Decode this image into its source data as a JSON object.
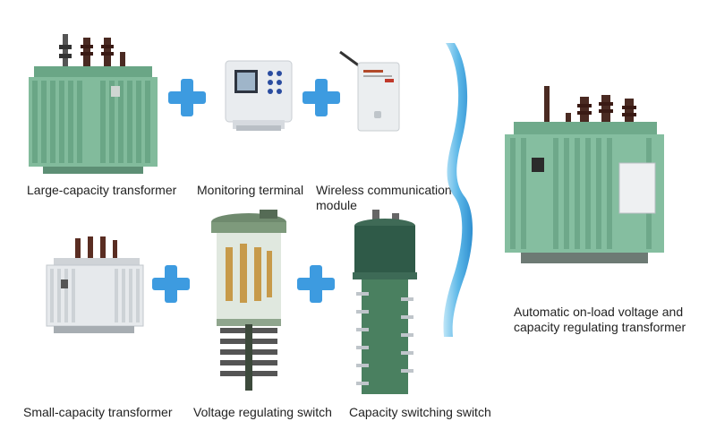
{
  "labels": {
    "large_transformer": "Large-capacity transformer",
    "monitoring_terminal": "Monitoring terminal",
    "wireless_line1": "Wireless communication",
    "wireless_line2": "module",
    "small_transformer": "Small-capacity transformer",
    "voltage_switch": "Voltage regulating switch",
    "capacity_switch": "Capacity switching switch",
    "result_line1": "Automatic on-load voltage and",
    "result_line2": "capacity regulating transformer"
  },
  "colors": {
    "plus": "#3d9be0",
    "transformer_green": "#7fb89a",
    "transformer_white": "#e4e7ea",
    "brace": "#6ec2ea"
  },
  "icons": [
    "plus-icon",
    "brace-icon"
  ]
}
